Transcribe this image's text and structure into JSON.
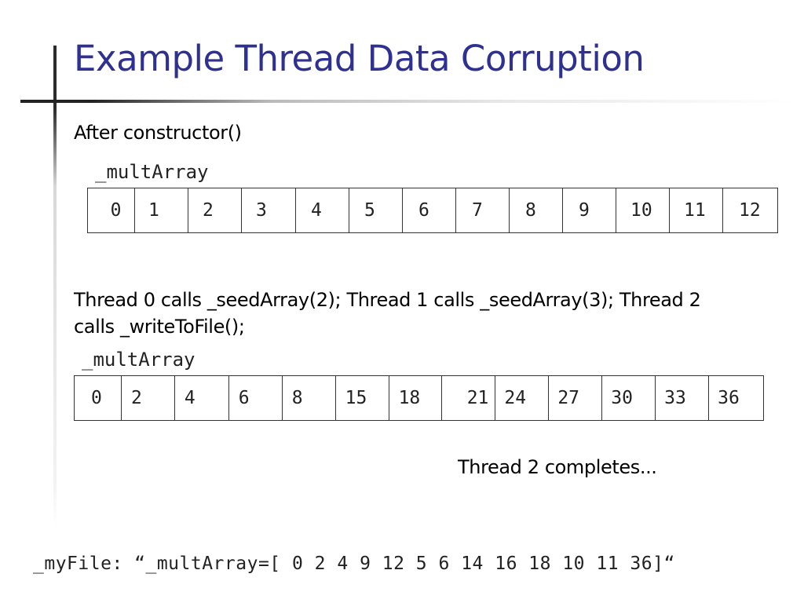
{
  "slide": {
    "title": "Example Thread Data Corruption",
    "after_constructor": "After constructor()",
    "array1_label": "_multArray",
    "array1_values": [
      "0",
      "1",
      "2",
      "3",
      "4",
      "5",
      "6",
      "7",
      "8",
      "9",
      "10",
      "11",
      "12"
    ],
    "threads_line1": "Thread 0 calls _seedArray(2); Thread 1 calls _seedArray(3); Thread 2",
    "threads_line2": "calls _writeToFile();",
    "array2_label": "_multArray",
    "array2_values": [
      "0",
      "2",
      "4",
      "6",
      "8",
      "15",
      "18",
      "21",
      "24",
      "27",
      "30",
      "33",
      "36"
    ],
    "thread2_completes": "Thread 2 completes...",
    "myfile_line": "_myFile: “_multArray=[ 0 2 4 9 12 5 6 14 16 18 10 11 36]“"
  }
}
